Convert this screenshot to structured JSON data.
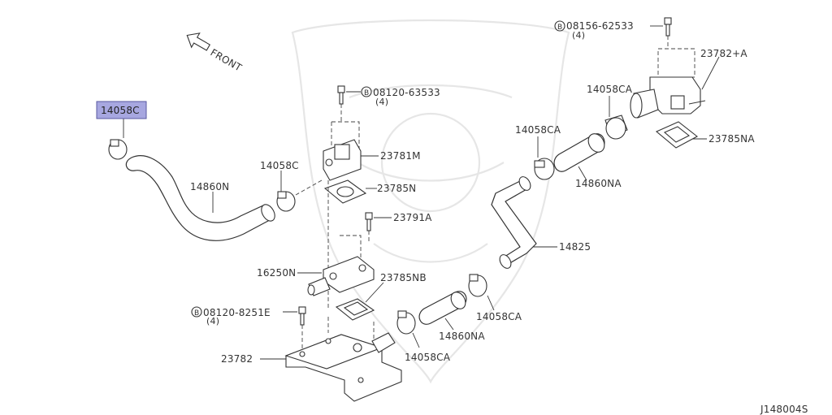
{
  "front_label": "FRONT",
  "diagram_code": "J148004S",
  "highlight_color": "#a7a7e0",
  "bolt_refs": [
    {
      "code": "08156-62533",
      "qty": "(4)"
    },
    {
      "code": "08120-63533",
      "qty": "(4)"
    },
    {
      "code": "08120-8251E",
      "qty": "(4)"
    }
  ],
  "parts": {
    "selected": "14058C",
    "p23782A": "23782+A",
    "p14058CA_top": "14058CA",
    "p23785NA": "23785NA",
    "p14058CA_mid": "14058CA",
    "p14860NA_top": "14860NA",
    "p23781M": "23781M",
    "p14058C": "14058C",
    "p14860N": "14860N",
    "p23785N": "23785N",
    "p23791A": "23791A",
    "p14825": "14825",
    "p16250N": "16250N",
    "p23785NB": "23785NB",
    "p14058CA_low": "14058CA",
    "p14860NA_low": "14860NA",
    "p14058CA_bot": "14058CA",
    "p23782": "23782"
  }
}
